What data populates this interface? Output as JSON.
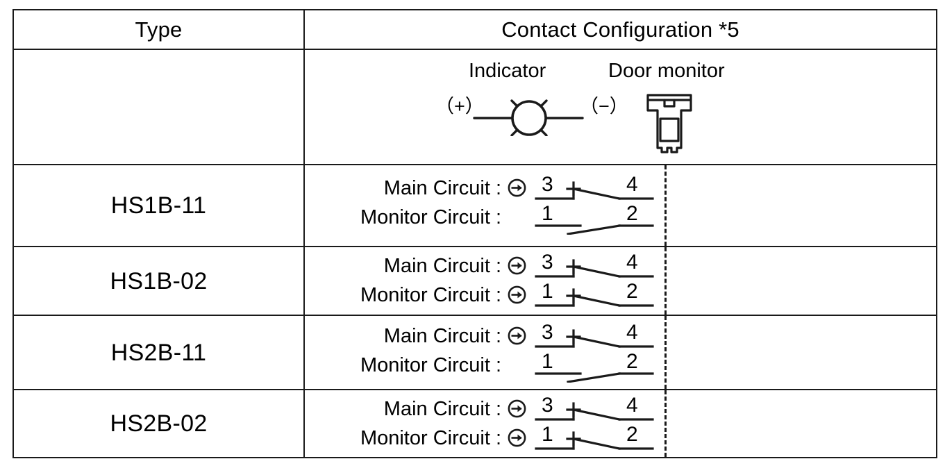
{
  "table": {
    "headers": {
      "type": "Type",
      "contact_configuration": "Contact Configuration *5"
    },
    "symbol_header": {
      "indicator_label": "Indicator",
      "door_monitor_label": "Door monitor",
      "indicator_polarity_positive": "（+）",
      "indicator_polarity_negative": "（−）",
      "indicator_icon": "lamp-symbol",
      "door_monitor_icon": "actuator-key-symbol"
    },
    "labels": {
      "main_circuit": "Main Circuit :",
      "monitor_circuit": "Monitor Circuit :",
      "direct_opening_icon": "circled-right-arrow-icon"
    },
    "rows": [
      {
        "type": "HS1B-11",
        "circuits": [
          {
            "name": "Main Circuit :",
            "direct_opening": true,
            "terminal_left": "3",
            "terminal_right": "4",
            "contact": "NC"
          },
          {
            "name": "Monitor Circuit :",
            "direct_opening": false,
            "terminal_left": "1",
            "terminal_right": "2",
            "contact": "NO"
          }
        ]
      },
      {
        "type": "HS1B-02",
        "circuits": [
          {
            "name": "Main Circuit :",
            "direct_opening": true,
            "terminal_left": "3",
            "terminal_right": "4",
            "contact": "NC"
          },
          {
            "name": "Monitor Circuit :",
            "direct_opening": true,
            "terminal_left": "1",
            "terminal_right": "2",
            "contact": "NC"
          }
        ]
      },
      {
        "type": "HS2B-11",
        "circuits": [
          {
            "name": "Main Circuit :",
            "direct_opening": true,
            "terminal_left": "3",
            "terminal_right": "4",
            "contact": "NC"
          },
          {
            "name": "Monitor Circuit :",
            "direct_opening": false,
            "terminal_left": "1",
            "terminal_right": "2",
            "contact": "NO"
          }
        ]
      },
      {
        "type": "HS2B-02",
        "circuits": [
          {
            "name": "Main Circuit :",
            "direct_opening": true,
            "terminal_left": "3",
            "terminal_right": "4",
            "contact": "NC"
          },
          {
            "name": "Monitor Circuit :",
            "direct_opening": true,
            "terminal_left": "1",
            "terminal_right": "2",
            "contact": "NC"
          }
        ]
      }
    ]
  },
  "colors": {
    "line": "#1a1a1a",
    "background": "#ffffff"
  }
}
